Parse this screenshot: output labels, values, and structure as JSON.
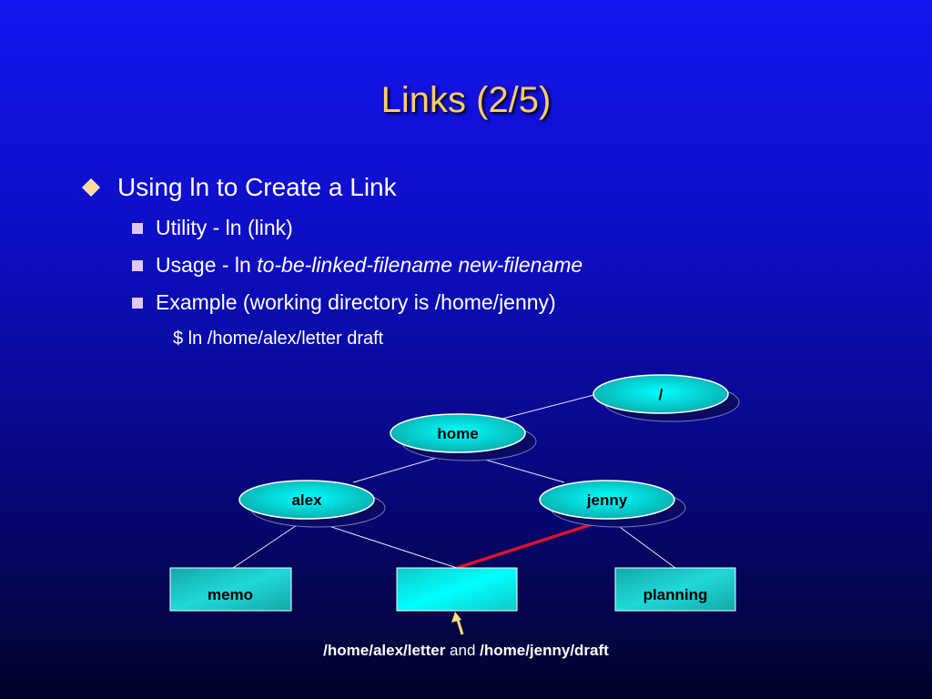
{
  "title": "Links (2/5)",
  "bullet": "Using ln to Create a Link",
  "subbullets": {
    "utility": "Utility - ln (link)",
    "usage_prefix": "Usage - ln ",
    "usage_args": "to-be-linked-filename new-filename",
    "example": "Example (working directory is /home/jenny)"
  },
  "command": "$ ln /home/alex/letter draft",
  "diagram": {
    "nodes": {
      "root": "/",
      "home": "home",
      "alex": "alex",
      "jenny": "jenny",
      "memo": "memo",
      "linked": "",
      "planning": "planning"
    },
    "colors": {
      "node_fill": "#19c9c9",
      "link_line": "#e0102a",
      "arrow": "#ffe27a"
    }
  },
  "caption": {
    "path1": "/home/alex/letter",
    "and": " and ",
    "path2": "/home/jenny/draft"
  }
}
